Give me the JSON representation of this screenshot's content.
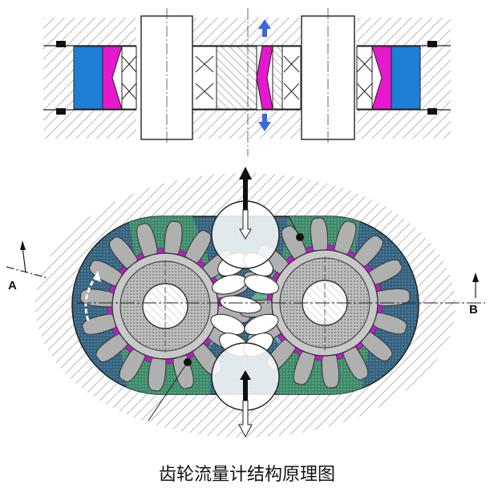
{
  "caption": "齿轮流量计结构原理图",
  "section_labels": {
    "a": "A",
    "b": "B"
  },
  "colors": {
    "blue": "#1d7fd6",
    "magenta": "#e619cf",
    "housing_dark": "#2f5a7a",
    "green": "#3f8f68",
    "gear_gray": "#b0b0b0",
    "arrow_blue": "#3b68d8",
    "hatch": "#9a9a9a"
  }
}
